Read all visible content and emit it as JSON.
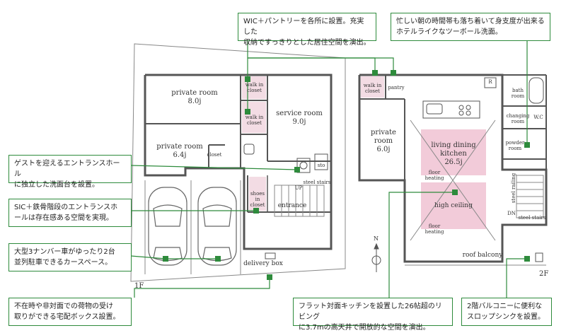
{
  "floors": {
    "first": "1F",
    "second": "2F"
  },
  "compass": "N",
  "rooms_1f": {
    "private_room_a": "private room\n8.0j",
    "walk_in_closet_a": "walk in\ncloset",
    "walk_in_closet_b": "walk in\ncloset",
    "service_room": "service room\n9.0j",
    "private_room_b": "private room\n6.4j",
    "closet": "closet",
    "sto": "sto",
    "up": "UP",
    "steel_stairs": "steel stairs",
    "shoes_in_closet": "shoes\nin\ncloset",
    "entrance": "entrance",
    "delivery_box": "delivery box"
  },
  "rooms_2f": {
    "walk_in_closet": "walk in\ncloset",
    "pantry": "pantry",
    "refrigerator": "R",
    "private_room": "private\nroom\n6.0j",
    "living_dining_kitchen": "living dining\nkitchen\n26.5j",
    "floor_heating_1": "floor heating",
    "high_ceiling": "high ceiling",
    "floor_heating_2": "floor heating",
    "bath_room": "bath\nroom",
    "changing_room": "changing\nroom",
    "wc": "W.C",
    "powder_room": "powder\nroom",
    "steel_railing": "steel railing",
    "dn": "DN",
    "steel_stairs": "steel stairs",
    "roof_balcony": "roof balcony"
  },
  "callouts": {
    "wic_pantry": "WIC＋パントリーを各所に設置。充実した\n収納ですっきりとした居住空間を演出。",
    "washroom": "忙しい朝の時間帯も落ち着いて身支度が出来る\nホテルライクなツーボール洗面。",
    "entrance_hall": "ゲストを迎えるエントランスホール\nに独立した洗面台を設置。",
    "sic_stairs": "SIC＋鉄骨階段のエントランスホ\nールは存在感ある空間を実現。",
    "parking": "大型3ナンバー車がゆったり2台\n並列駐車できるカースペース。",
    "delivery": "不在時や非対面での荷物の受け\n取りができる宅配ボックス設置。",
    "ldk": "フラット対面キッチンを設置した26帖超のリビング\nに3.7mの高天井で開放的な空間を演出。",
    "balcony": "2階バルコニーに便利な\nスロップシンクを設置。"
  },
  "colors": {
    "accent_green": "#2e8b3c",
    "closet_pink": "#f3dce4",
    "ldk_pink": "#f2cbd9",
    "wall": "#555555"
  }
}
